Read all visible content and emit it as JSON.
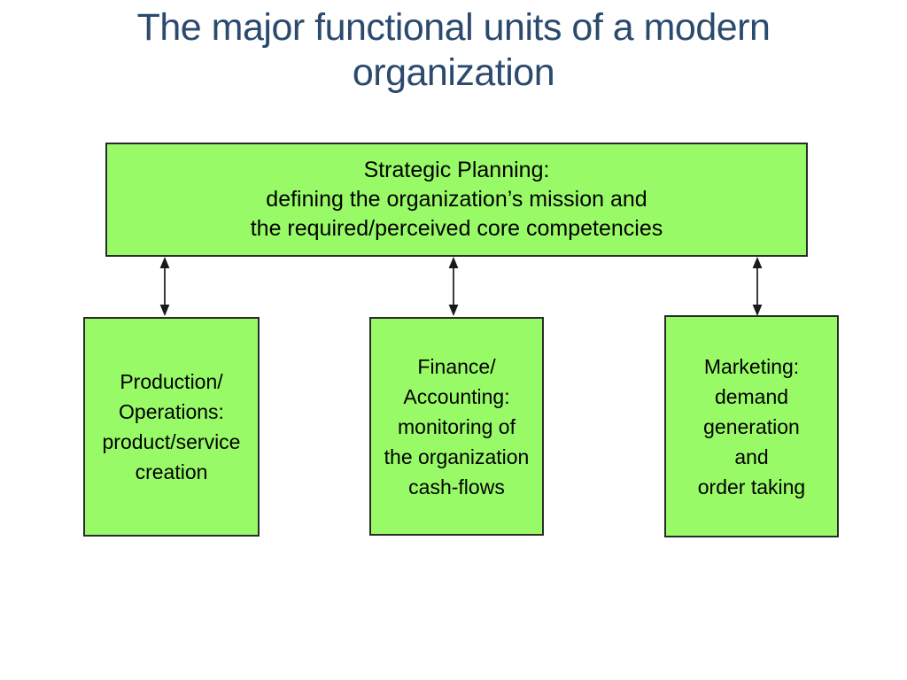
{
  "slide": {
    "title": {
      "line1": "The major functional units of a modern",
      "line2": "organization"
    }
  },
  "diagram": {
    "strategic_box": {
      "text": "Strategic Planning:\ndefining the organization’s mission and\nthe required/perceived core competencies"
    },
    "units": [
      {
        "id": "production",
        "text": "Production/\nOperations:\nproduct/service\ncreation"
      },
      {
        "id": "finance",
        "text": "Finance/\nAccounting:\nmonitoring of\nthe organization\ncash-flows"
      },
      {
        "id": "marketing",
        "text": "Marketing:\ndemand\ngeneration\nand\norder taking"
      }
    ],
    "connectors": [
      {
        "from": "strategic-planning",
        "to": "production-operations",
        "style": "double-headed-vertical-arrow"
      },
      {
        "from": "strategic-planning",
        "to": "finance-accounting",
        "style": "double-headed-vertical-arrow"
      },
      {
        "from": "strategic-planning",
        "to": "marketing",
        "style": "double-headed-vertical-arrow"
      }
    ],
    "colors": {
      "box_fill": "#99FA68",
      "box_border": "#2B2B2B",
      "title_color": "#2B4A6E",
      "arrow_color": "#1A1A1A",
      "box_text_color": "#000000",
      "background": "#FFFFFF"
    }
  }
}
